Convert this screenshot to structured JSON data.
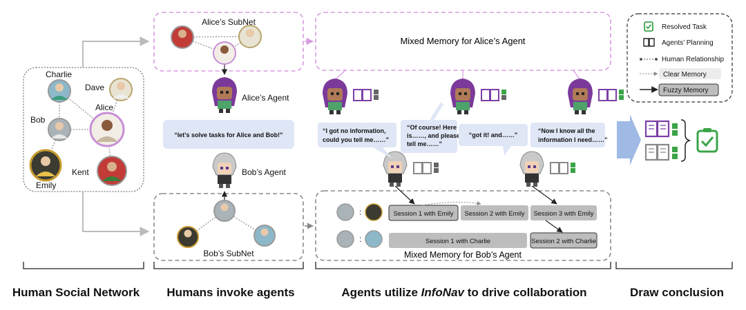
{
  "network": {
    "people": [
      "Charlie",
      "Dave",
      "Alice",
      "Bob",
      "Kent",
      "Emily"
    ]
  },
  "alice_subnet": {
    "title": "Alice’s SubNet"
  },
  "bob_subnet": {
    "title": "Bob’s SubNet"
  },
  "agents": {
    "alice_agent": "Alice’s Agent",
    "bob_agent": "Bob’s Agent",
    "invoke_quote": "“let’s solve tasks for Alice and Bob!”"
  },
  "alice_memory": {
    "title": "Mixed Memory  for Alice’s Agent"
  },
  "bob_memory": {
    "title": "Mixed Memory for Bob’s Agent",
    "sessions_emily": [
      "Session 1 with Emily",
      "Session 2 with Emily",
      "Session 3 with Emily"
    ],
    "sessions_charlie": [
      "Session 1 with Charlie",
      "Session 2 with Charlie"
    ],
    "colon": ":"
  },
  "dialogue": {
    "b1_l1": "“I got no information,",
    "b1_l2": "could you tell me……”",
    "b2_l1": "“Of course! Here",
    "b2_l2": "is……, and please",
    "b2_l3": "tell me……”",
    "b3": "“got it! and……”",
    "b4_l1": "“Now I know all the",
    "b4_l2": "information I need……”"
  },
  "legend": {
    "resolved_task": "Resolved Task",
    "agents_planning": "Agents’ Planning",
    "human_relationship": "Human Relationship",
    "clear_memory": "Clear Memory",
    "fuzzy_memory": "Fuzzy Memory"
  },
  "columns": {
    "c1": "Human Social Network",
    "c2": "Humans invoke agents",
    "c3_pre": "Agents utilize ",
    "c3_em": "InfoNav",
    "c3_post": " to drive collaboration",
    "c4": "Draw conclusion"
  },
  "colors": {
    "pink_dash": "#d79be0",
    "gray_dash": "#8a8a8a",
    "bubble_bg": "#dfe6f5",
    "session_bg": "#bdbdbd",
    "check_green": "#3aa447",
    "purple_book": "#7b3fa6",
    "arrow_blue": "#8eaee0"
  }
}
